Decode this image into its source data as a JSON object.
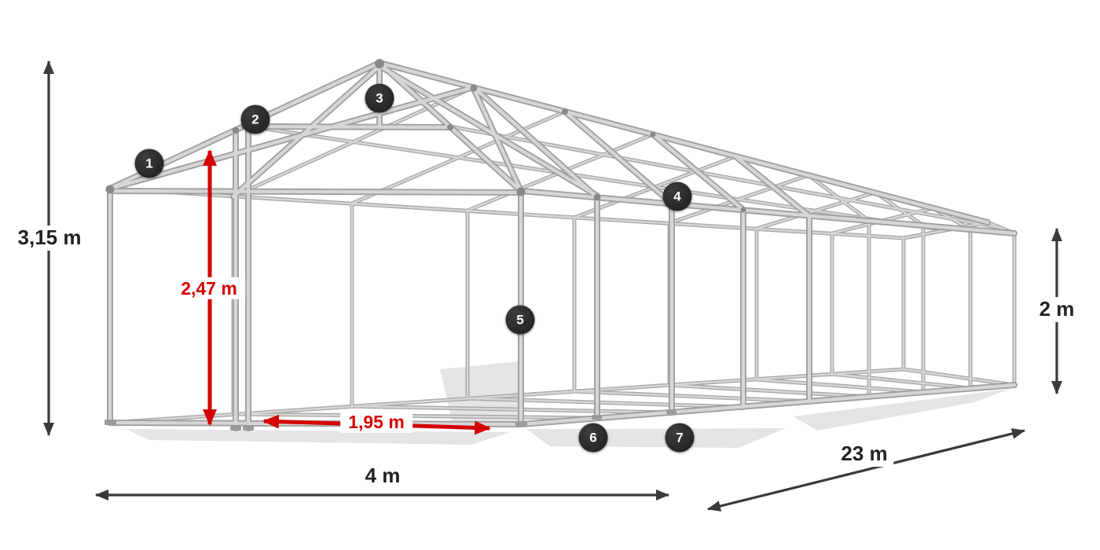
{
  "dimensions": {
    "total_height": {
      "label": "3,15 m"
    },
    "inner_height": {
      "label": "2,47 m"
    },
    "entrance_width": {
      "label": "1,95 m"
    },
    "width": {
      "label": "4 m"
    },
    "length": {
      "label": "23 m"
    },
    "side_height": {
      "label": "2 m"
    }
  },
  "badges": [
    {
      "number": "1"
    },
    {
      "number": "2"
    },
    {
      "number": "3"
    },
    {
      "number": "4"
    },
    {
      "number": "5"
    },
    {
      "number": "6"
    },
    {
      "number": "7"
    }
  ],
  "colors": {
    "background": "#ffffff",
    "dimension_primary": "#3a3a3a",
    "dimension_accent": "#d40000",
    "frame_shade": "#a0a0a0",
    "frame_tube": "#d6d6d6",
    "badge_bg": "#262626",
    "badge_text": "#ffffff"
  }
}
